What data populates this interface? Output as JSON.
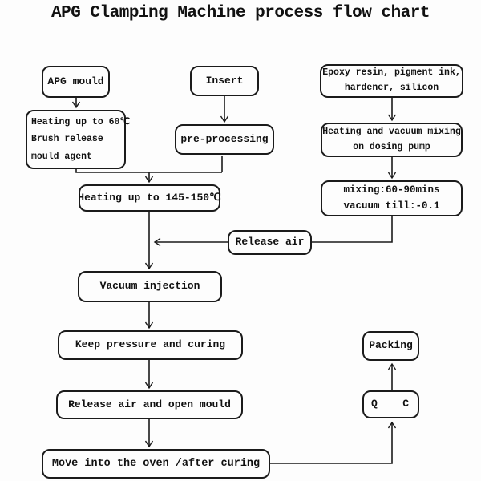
{
  "title": "APG Clamping Machine process flow chart",
  "nodes": {
    "apg_mould": "APG mould",
    "heating_60": "Heating up to 60℃\nBrush release\nmould agent",
    "insert": "Insert",
    "pre_processing": "pre-processing",
    "epoxy": "Epoxy resin, pigment ink,\nhardener, silicon",
    "vacuum_mixing": "Heating and vacuum mixing\non dosing pump",
    "mixing_params": "mixing:60-90mins\nvacuum till:-0.1",
    "heating_145": "Heating up to 145-150℃",
    "release_air": "Release air",
    "vacuum_injection": "Vacuum injection",
    "keep_pressure": "Keep pressure and curing",
    "release_open": "Release air and open mould",
    "move_oven": "Move into the oven /after curing",
    "qc": "Q   C",
    "packing": "Packing"
  }
}
